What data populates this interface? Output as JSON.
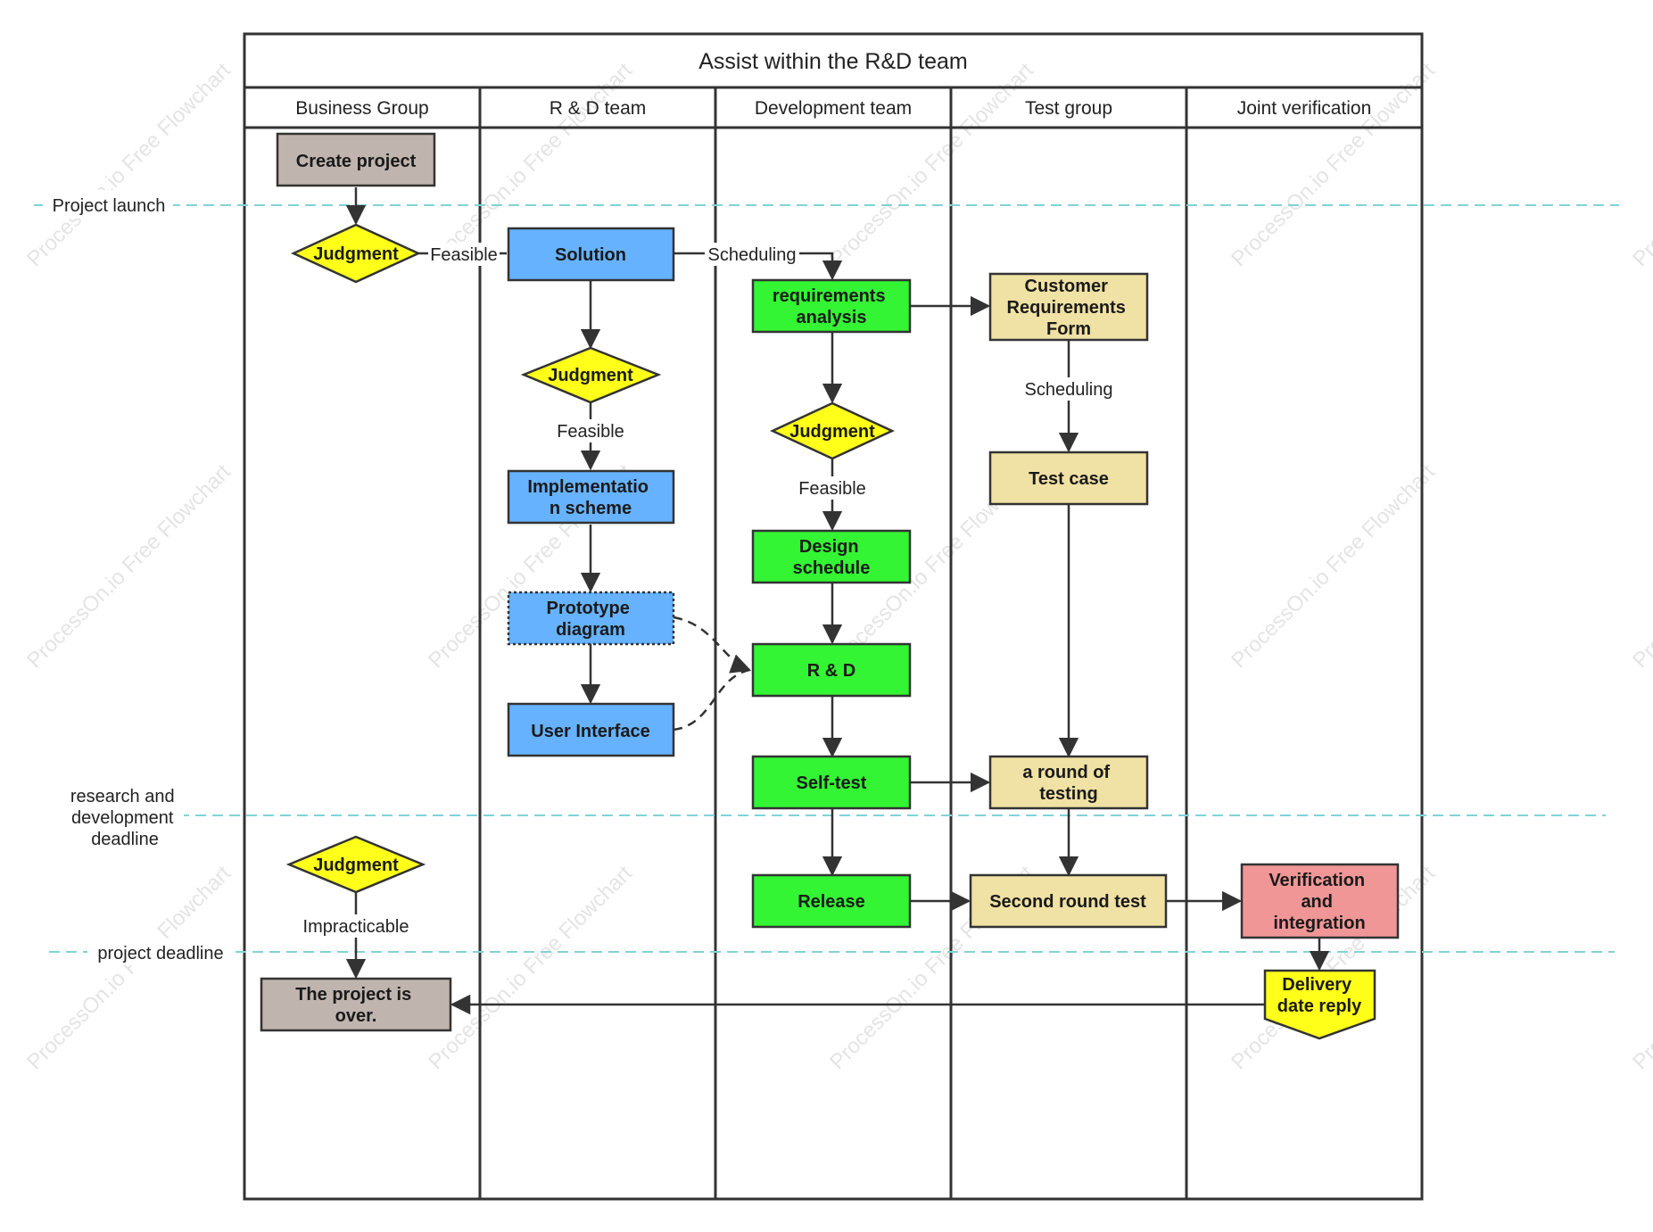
{
  "pool": {
    "title": "Assist within the R&D team",
    "lanes": [
      "Business Group",
      "R & D team",
      "Development team",
      "Test group",
      "Joint verification"
    ]
  },
  "milestones": {
    "project_launch": "Project launch",
    "rd_deadline": [
      "research and",
      "development",
      "deadline"
    ],
    "project_deadline": "project deadline"
  },
  "nodes": {
    "create_project": [
      "Create project"
    ],
    "judgment_business": [
      "Judgment"
    ],
    "solution": [
      "Solution"
    ],
    "judgment_rd": [
      "Judgment"
    ],
    "implementation_scheme": [
      "Implementatio",
      "n scheme"
    ],
    "prototype_diagram": [
      "Prototype",
      "diagram"
    ],
    "user_interface": [
      "User Interface"
    ],
    "requirements_analysis": [
      "requirements",
      "analysis"
    ],
    "judgment_dev": [
      "Judgment"
    ],
    "design_schedule": [
      "Design",
      "schedule"
    ],
    "rd": [
      "R & D"
    ],
    "self_test": [
      "Self-test"
    ],
    "release": [
      "Release"
    ],
    "customer_requirements_form": [
      "Customer",
      "Requirements",
      "Form"
    ],
    "test_case": [
      "Test case"
    ],
    "round_of_testing": [
      "a round of",
      "testing"
    ],
    "second_round_test": [
      "Second round test"
    ],
    "verification_integration": [
      "Verification",
      "and",
      "integration"
    ],
    "delivery_date_reply": [
      "Delivery",
      "date reply"
    ],
    "judgment_end": [
      "Judgment"
    ],
    "project_over": [
      "The project is",
      "over."
    ]
  },
  "edge_labels": {
    "feasible_business": "Feasible",
    "scheduling_solution": "Scheduling",
    "feasible_rd": "Feasible",
    "feasible_dev": "Feasible",
    "scheduling_test": "Scheduling",
    "impracticable": "Impracticable"
  },
  "watermark": "ProcessOn.io Free Flowchart",
  "colors": {
    "gray": "#bfb4ae",
    "yellow": "#ffff1a",
    "blue": "#66b2ff",
    "green": "#33f533",
    "beige": "#f0e1a4",
    "red": "#f09696",
    "stroke": "#333333",
    "milestone_line": "#7fd3d8"
  }
}
